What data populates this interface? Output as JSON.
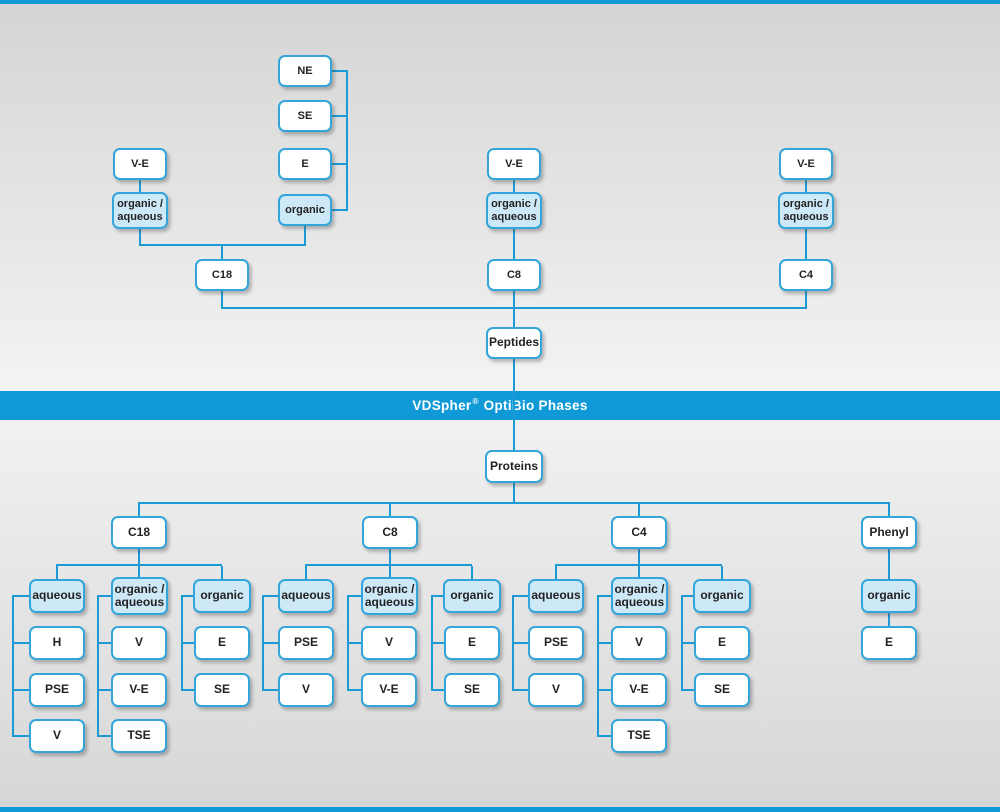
{
  "banner": {
    "brand": "VDSpher",
    "registered": "®",
    "suffix": "OptiBio Phases"
  },
  "diagram": {
    "peptides": {
      "root_label": "Peptides",
      "c18": {
        "label": "C18",
        "ve": "V-E",
        "organic_aqueous": "organic /\naqueous",
        "organic": "organic",
        "organic_modes": [
          "NE",
          "SE",
          "E"
        ]
      },
      "c8": {
        "label": "C8",
        "ve": "V-E",
        "organic_aqueous": "organic /\naqueous"
      },
      "c4": {
        "label": "C4",
        "ve": "V-E",
        "organic_aqueous": "organic /\naqueous"
      }
    },
    "proteins": {
      "root_label": "Proteins",
      "c18": {
        "label": "C18",
        "aqueous_label": "aqueous",
        "aqueous_items": [
          "H",
          "PSE",
          "V"
        ],
        "organic_aqueous_label": "organic /\naqueous",
        "organic_aqueous_items": [
          "V",
          "V-E",
          "TSE"
        ],
        "organic_label": "organic",
        "organic_items": [
          "E",
          "SE"
        ]
      },
      "c8": {
        "label": "C8",
        "aqueous_label": "aqueous",
        "aqueous_items": [
          "PSE",
          "V"
        ],
        "organic_aqueous_label": "organic /\naqueous",
        "organic_aqueous_items": [
          "V",
          "V-E"
        ],
        "organic_label": "organic",
        "organic_items": [
          "E",
          "SE"
        ]
      },
      "c4": {
        "label": "C4",
        "aqueous_label": "aqueous",
        "aqueous_items": [
          "PSE",
          "V"
        ],
        "organic_aqueous_label": "organic /\naqueous",
        "organic_aqueous_items": [
          "V",
          "V-E",
          "TSE"
        ],
        "organic_label": "organic",
        "organic_items": [
          "E",
          "SE"
        ]
      },
      "phenyl": {
        "label": "Phenyl",
        "organic_label": "organic",
        "organic_items": [
          "E"
        ]
      }
    }
  }
}
